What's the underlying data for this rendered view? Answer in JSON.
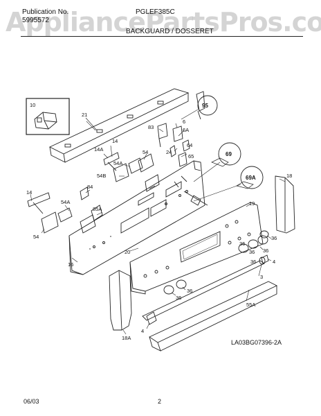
{
  "header": {
    "publication_label": "Publication No.",
    "publication_number": "5995572",
    "model": "PGLEF385C",
    "section_title": "BACKGUARD / DOSSERET"
  },
  "watermark": "AppliancePartsPros.com",
  "footer": {
    "date": "06/03",
    "page": "2",
    "drawing_code": "LA03BG07396-2A"
  },
  "callouts": {
    "c10": "10",
    "c21": "21",
    "c95": "95",
    "c83": "83",
    "c6": "6",
    "c6a": "6A",
    "c14a_top": "14A",
    "c14_top": "14",
    "c54_top": "54",
    "c54a_top": "54A",
    "c24": "24",
    "c64": "64",
    "c65": "65",
    "c69": "69",
    "c69a": "69A",
    "c18": "18",
    "c54b": "54B",
    "c84": "84",
    "c14": "14",
    "c54a": "54A",
    "c85a": "85A",
    "c19": "19",
    "c54": "54",
    "c20": "20",
    "c16": "16",
    "c36_a": "36",
    "c36_b": "36",
    "c36_c": "36",
    "c36_d": "36",
    "c36_e": "36",
    "c4_top": "4",
    "c3": "3",
    "c36_f": "36",
    "c36_g": "36",
    "c55a": "55A",
    "c4_bottom": "4",
    "c18a": "18A"
  }
}
